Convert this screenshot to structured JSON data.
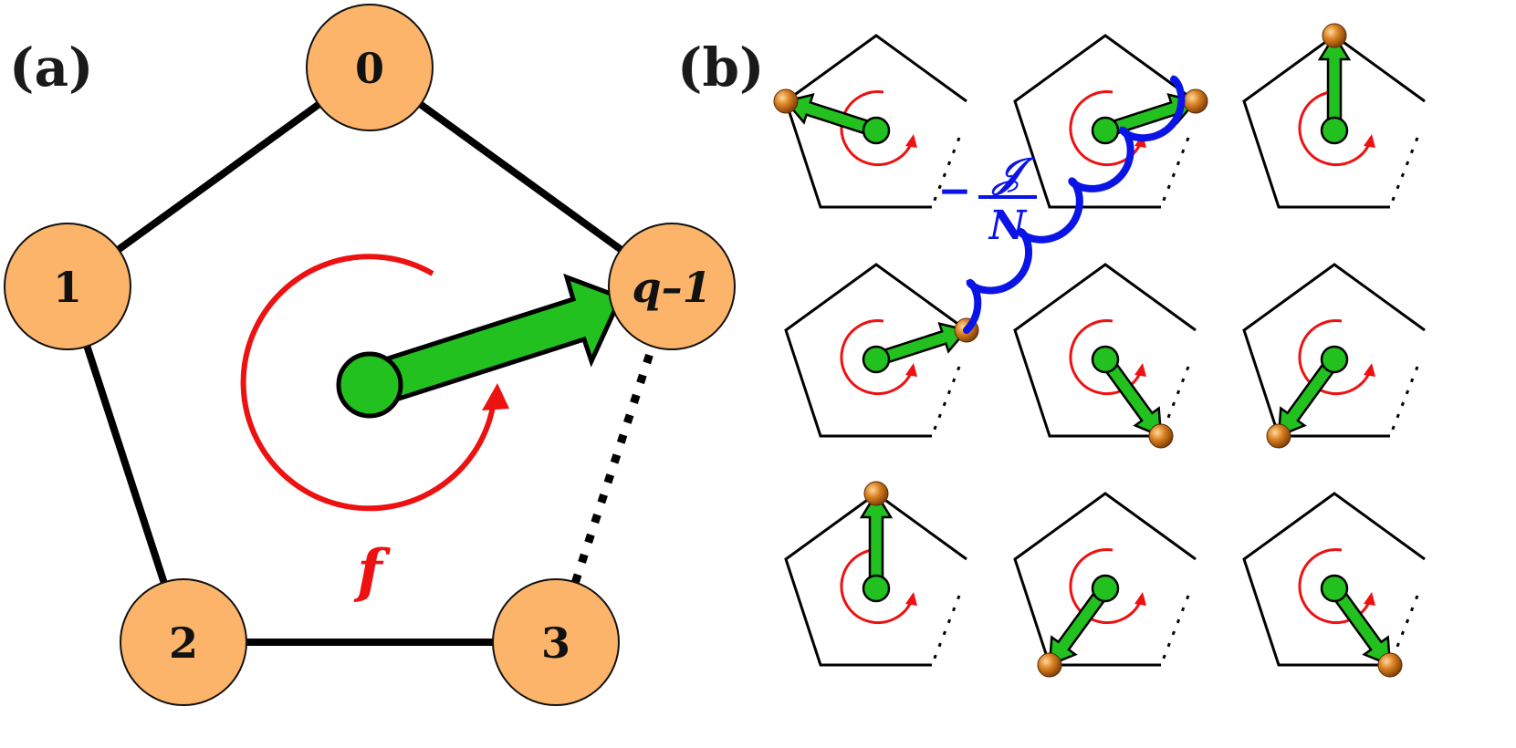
{
  "panel_a": {
    "label": "(a)",
    "nodes": [
      {
        "label": "0"
      },
      {
        "label": "1"
      },
      {
        "label": "2"
      },
      {
        "label": "3"
      },
      {
        "label": "q–1"
      }
    ],
    "drive_label": "f"
  },
  "panel_b": {
    "label": "(b)",
    "coupling": {
      "sign": "−",
      "numerator": "𝒥",
      "denominator": "N"
    },
    "grid_rows": 3,
    "grid_cols": 3,
    "arrow_states": [
      [
        1,
        4,
        0
      ],
      [
        4,
        3,
        2
      ],
      [
        0,
        2,
        3
      ]
    ]
  },
  "colors": {
    "node_fill": "#fbb469",
    "node_stroke": "#111111",
    "arrow_green": "#22c11f",
    "drive_red": "#ee1111",
    "coupling_blue": "#0a14e6",
    "ball_orange": "#c06414",
    "edge_black": "#000000"
  },
  "icons": {
    "rotation": "circular-arrow-icon",
    "state_pointer": "green-arrow-icon",
    "interaction": "spring-coil-icon"
  }
}
